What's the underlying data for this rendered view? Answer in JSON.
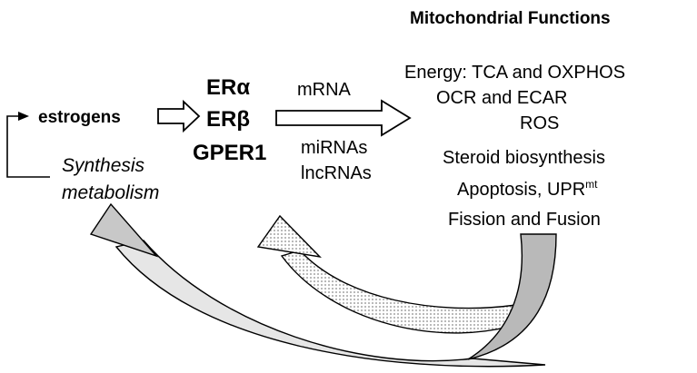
{
  "header": {
    "title": "Mitochondrial Functions"
  },
  "left": {
    "estrogens": "estrogens",
    "synthesis_line1": "Synthesis",
    "synthesis_line2": "metabolism"
  },
  "receptors": [
    "ERα",
    "ERβ",
    "GPER1"
  ],
  "rna": {
    "mrna": "mRNA",
    "mirnas": "miRNAs",
    "lncrnas": "lncRNAs"
  },
  "functions": {
    "energy": "Energy: TCA and OXPHOS",
    "ocr": "OCR and ECAR",
    "ros": "ROS",
    "steroid": "Steroid biosynthesis",
    "apoptosis": "Apoptosis, UPR",
    "apoptosis_sup": "mt",
    "fission": "Fission and Fusion"
  },
  "watermark": "",
  "colors": {
    "stroke": "#000000",
    "large_arrow_fill": "#e6e6e6",
    "large_arrow_head_fill": "#c8c8c8",
    "tail_fill": "#b9b9b9",
    "dotted_fill": "#a8a8a8"
  }
}
